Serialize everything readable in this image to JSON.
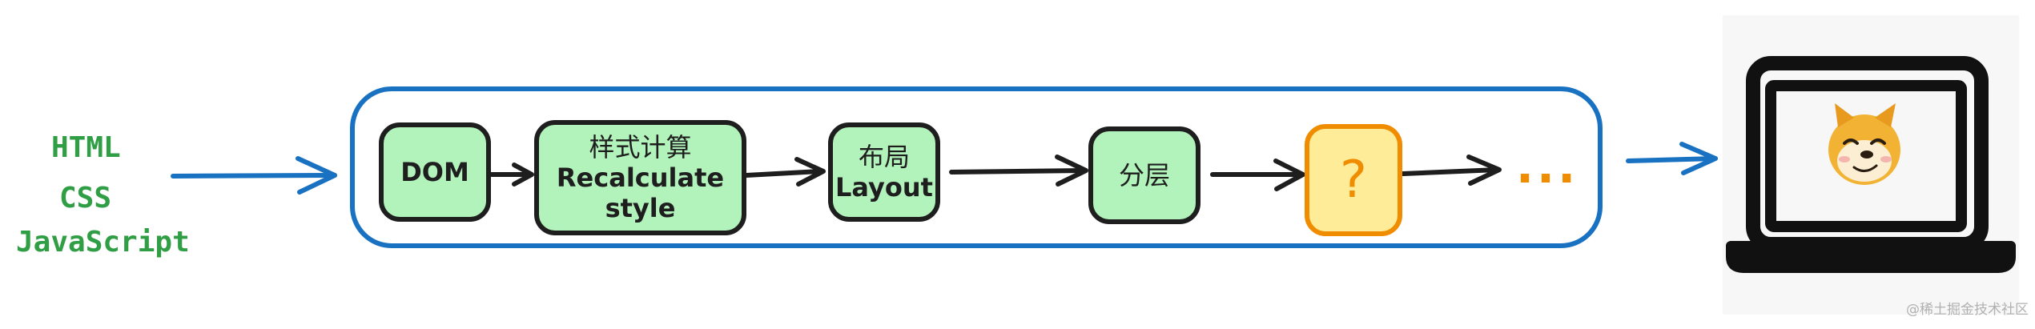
{
  "inputs": [
    "HTML",
    "CSS",
    "JavaScript"
  ],
  "steps": [
    {
      "lines": [
        "DOM"
      ]
    },
    {
      "lines": [
        "样式计算",
        "Recalculate",
        "style"
      ]
    },
    {
      "lines": [
        "布局",
        "Layout"
      ]
    },
    {
      "lines": [
        "分层"
      ]
    },
    {
      "lines": [
        "?"
      ]
    }
  ],
  "ellipsis": "...",
  "watermark": "@稀土掘金技术社区",
  "colors": {
    "input_text": "#2f9e44",
    "pipeline_border": "#1971c2",
    "step_fill": "#b2f2bb",
    "step_border": "#1e1e1e",
    "pending_fill": "#ffec99",
    "pending_border": "#f08c00"
  },
  "icons": [
    "laptop-icon",
    "doge-face-icon"
  ]
}
